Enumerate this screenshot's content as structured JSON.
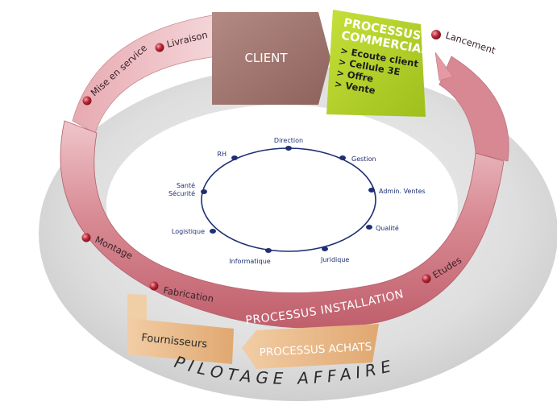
{
  "pilotage_label": "PILOTAGE AFFAIRE",
  "client_label": "CLIENT",
  "commercial": {
    "title_line1": "PROCESSUS",
    "title_line2": "COMMERCIAL",
    "items": [
      "> Ecoute client",
      "> Cellule 3E",
      "> Offre",
      "> Vente"
    ]
  },
  "installation_label": "PROCESSUS INSTALLATION",
  "achats_label": "PROCESSUS ACHATS",
  "fournisseurs_label": "Fournisseurs",
  "steps": {
    "lancement": "Lancement",
    "etudes": "Etudes",
    "fabrication": "Fabrication",
    "montage": "Montage",
    "mise_en_service": "Mise en service",
    "livraison": "Livraison"
  },
  "departments": {
    "direction": "Direction",
    "gestion": "Gestion",
    "admin_ventes": "Admin. Ventes",
    "qualite": "Qualité",
    "juridique": "Juridique",
    "informatique": "Informatique",
    "logistique": "Logistique",
    "sante_line1": "Santé",
    "sante_line2": "Sécurité",
    "rh": "RH"
  },
  "colors": {
    "ring": "#c96b76",
    "client_box": "#a07670",
    "commercial_box": "#b7d52a",
    "achats_box": "#e8b989",
    "fournisseurs_box": "#ebc496",
    "disk": "#e0e0e0",
    "department_dot": "#1f2f74",
    "step_bullet": "#b52432"
  }
}
